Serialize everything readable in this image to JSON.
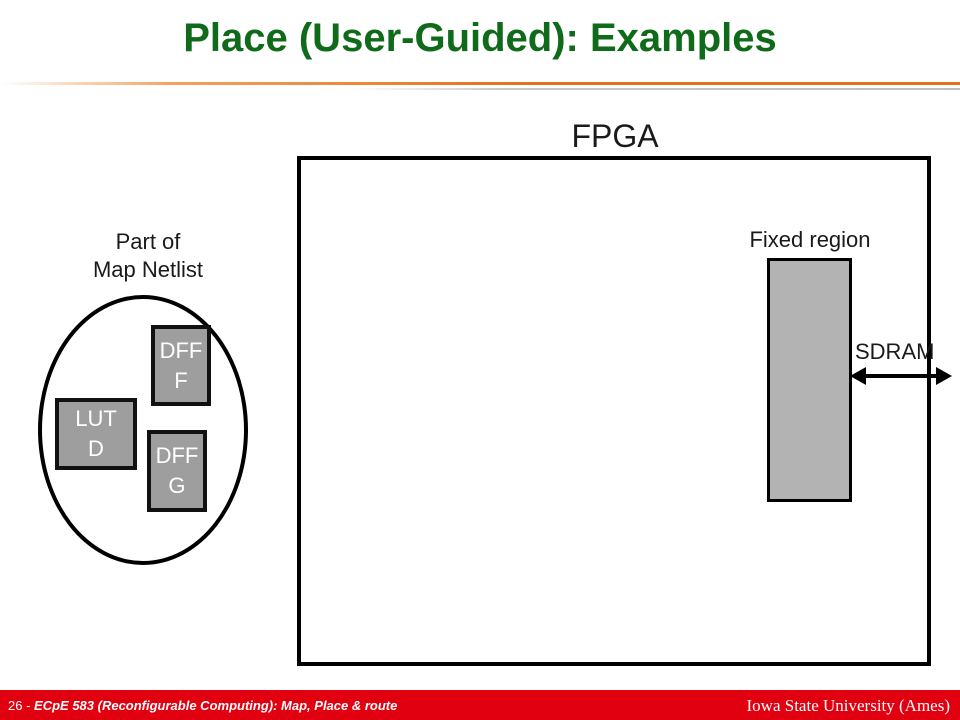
{
  "slide": {
    "title": "Place (User-Guided): Examples",
    "title_color": "#0f6a1a",
    "accent_color": "#e2711d"
  },
  "netlist": {
    "label_line1": "Part of",
    "label_line2": "Map Netlist",
    "blocks": {
      "lut": "LUT\nD",
      "dff_f": "DFF\nF",
      "dff_g": "DFF\nG"
    }
  },
  "fpga": {
    "label": "FPGA",
    "fixed_region_label": "Fixed region",
    "io_label": "SDRAM",
    "arrow": "double-headed-arrow"
  },
  "footer": {
    "page_number": "26 -",
    "course": "ECpE 583 (Reconfigurable Computing): Map, Place & route",
    "institution": "Iowa State University (Ames)",
    "bar_color": "#e0000f"
  }
}
